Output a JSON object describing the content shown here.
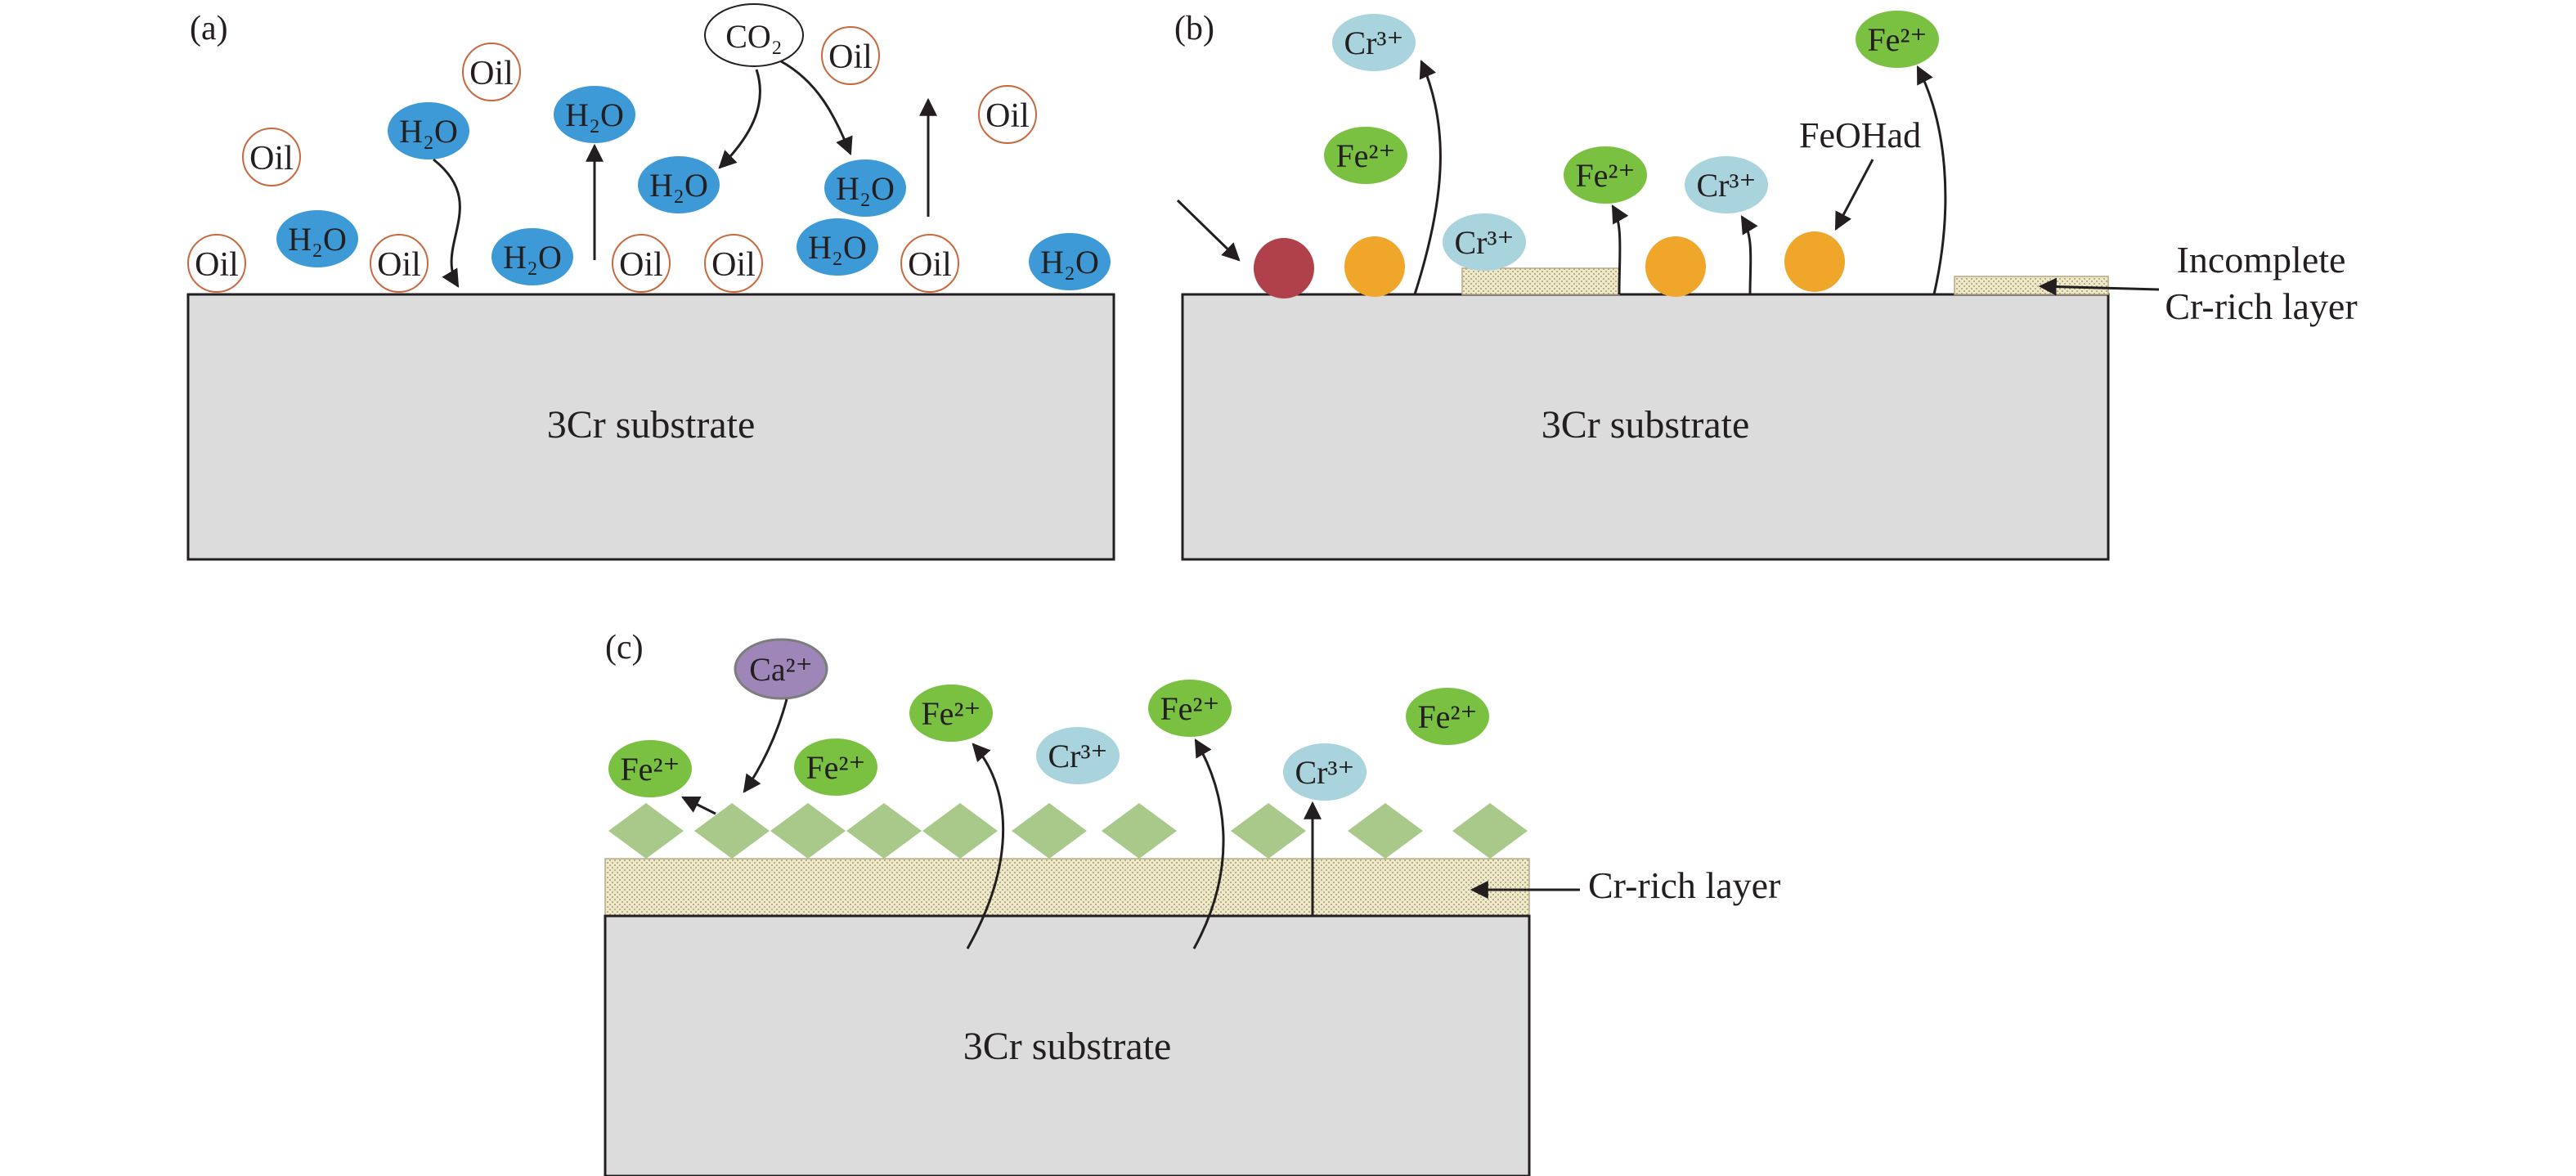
{
  "colors": {
    "substrate_fill": "#dcdcdc",
    "outline": "#231f20",
    "water": "#3d9ad6",
    "oil_ring": "#c8693f",
    "cr_ion": "#a9d4de",
    "fe_ion": "#7ac142",
    "ca_ion": "#9f86b9",
    "red_particle": "#b0404a",
    "orange_particle": "#f0a52b",
    "cr_layer": "#efe8c9",
    "green_diamond": "#a8c98a"
  },
  "panels": {
    "a": {
      "label": "(a)",
      "substrate_label": "3Cr substrate",
      "species": {
        "oil": "Oil",
        "water": "H₂O",
        "co2": "CO₂"
      }
    },
    "b": {
      "label": "(b)",
      "substrate_label": "3Cr substrate",
      "species": {
        "cr": "Cr³⁺",
        "fe": "Fe²⁺",
        "feoh": "FeOHad"
      },
      "callout": {
        "line1": "Incomplete",
        "line2": "Cr-rich layer"
      }
    },
    "c": {
      "label": "(c)",
      "substrate_label": "3Cr substrate",
      "species": {
        "ca": "Ca²⁺",
        "fe": "Fe²⁺",
        "cr": "Cr³⁺"
      },
      "callout": "Cr-rich layer"
    }
  }
}
